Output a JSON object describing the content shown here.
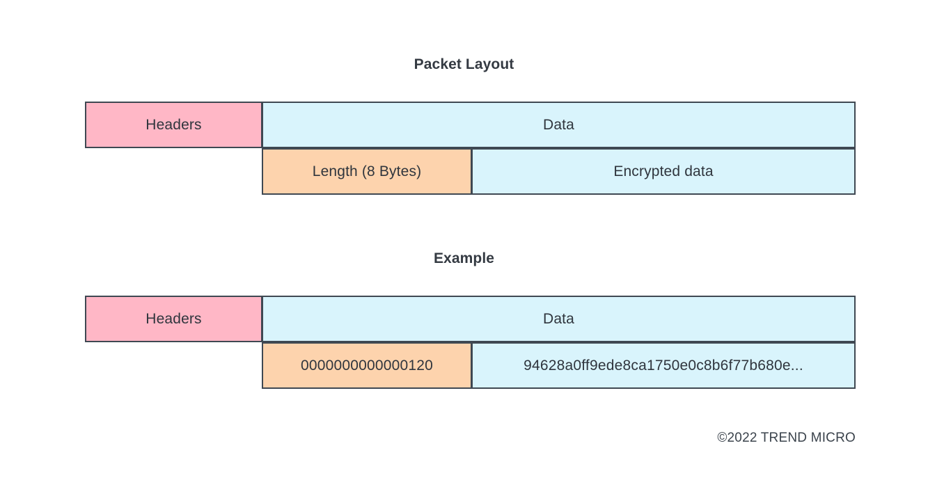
{
  "page": {
    "background_color": "#ffffff",
    "text_color": "#2f353d"
  },
  "colors": {
    "headers_fill": "#ffb7c6",
    "data_fill": "#d9f4fc",
    "length_fill": "#fdd3ad",
    "border": "#3f4852",
    "title": "#343a42"
  },
  "sections": [
    {
      "id": "packet-layout",
      "title": "Packet Layout",
      "rows": [
        {
          "cells": [
            {
              "name": "headers",
              "label": "Headers",
              "fill": "#ffb7c6"
            },
            {
              "name": "data",
              "label": "Data",
              "fill": "#d9f4fc"
            }
          ]
        },
        {
          "cells": [
            {
              "name": "length",
              "label": "Length (8 Bytes)",
              "fill": "#fdd3ad"
            },
            {
              "name": "encrypted",
              "label": "Encrypted data",
              "fill": "#d9f4fc"
            }
          ]
        }
      ]
    },
    {
      "id": "example",
      "title": "Example",
      "rows": [
        {
          "cells": [
            {
              "name": "headers",
              "label": "Headers",
              "fill": "#ffb7c6"
            },
            {
              "name": "data",
              "label": "Data",
              "fill": "#d9f4fc"
            }
          ]
        },
        {
          "cells": [
            {
              "name": "length",
              "label": "0000000000000120",
              "fill": "#fdd3ad"
            },
            {
              "name": "encrypted",
              "label": "94628a0ff9ede8ca1750e0c8b6f77b680e...",
              "fill": "#d9f4fc"
            }
          ]
        }
      ]
    }
  ],
  "footer": {
    "copyright": "©2022 TREND MICRO"
  }
}
